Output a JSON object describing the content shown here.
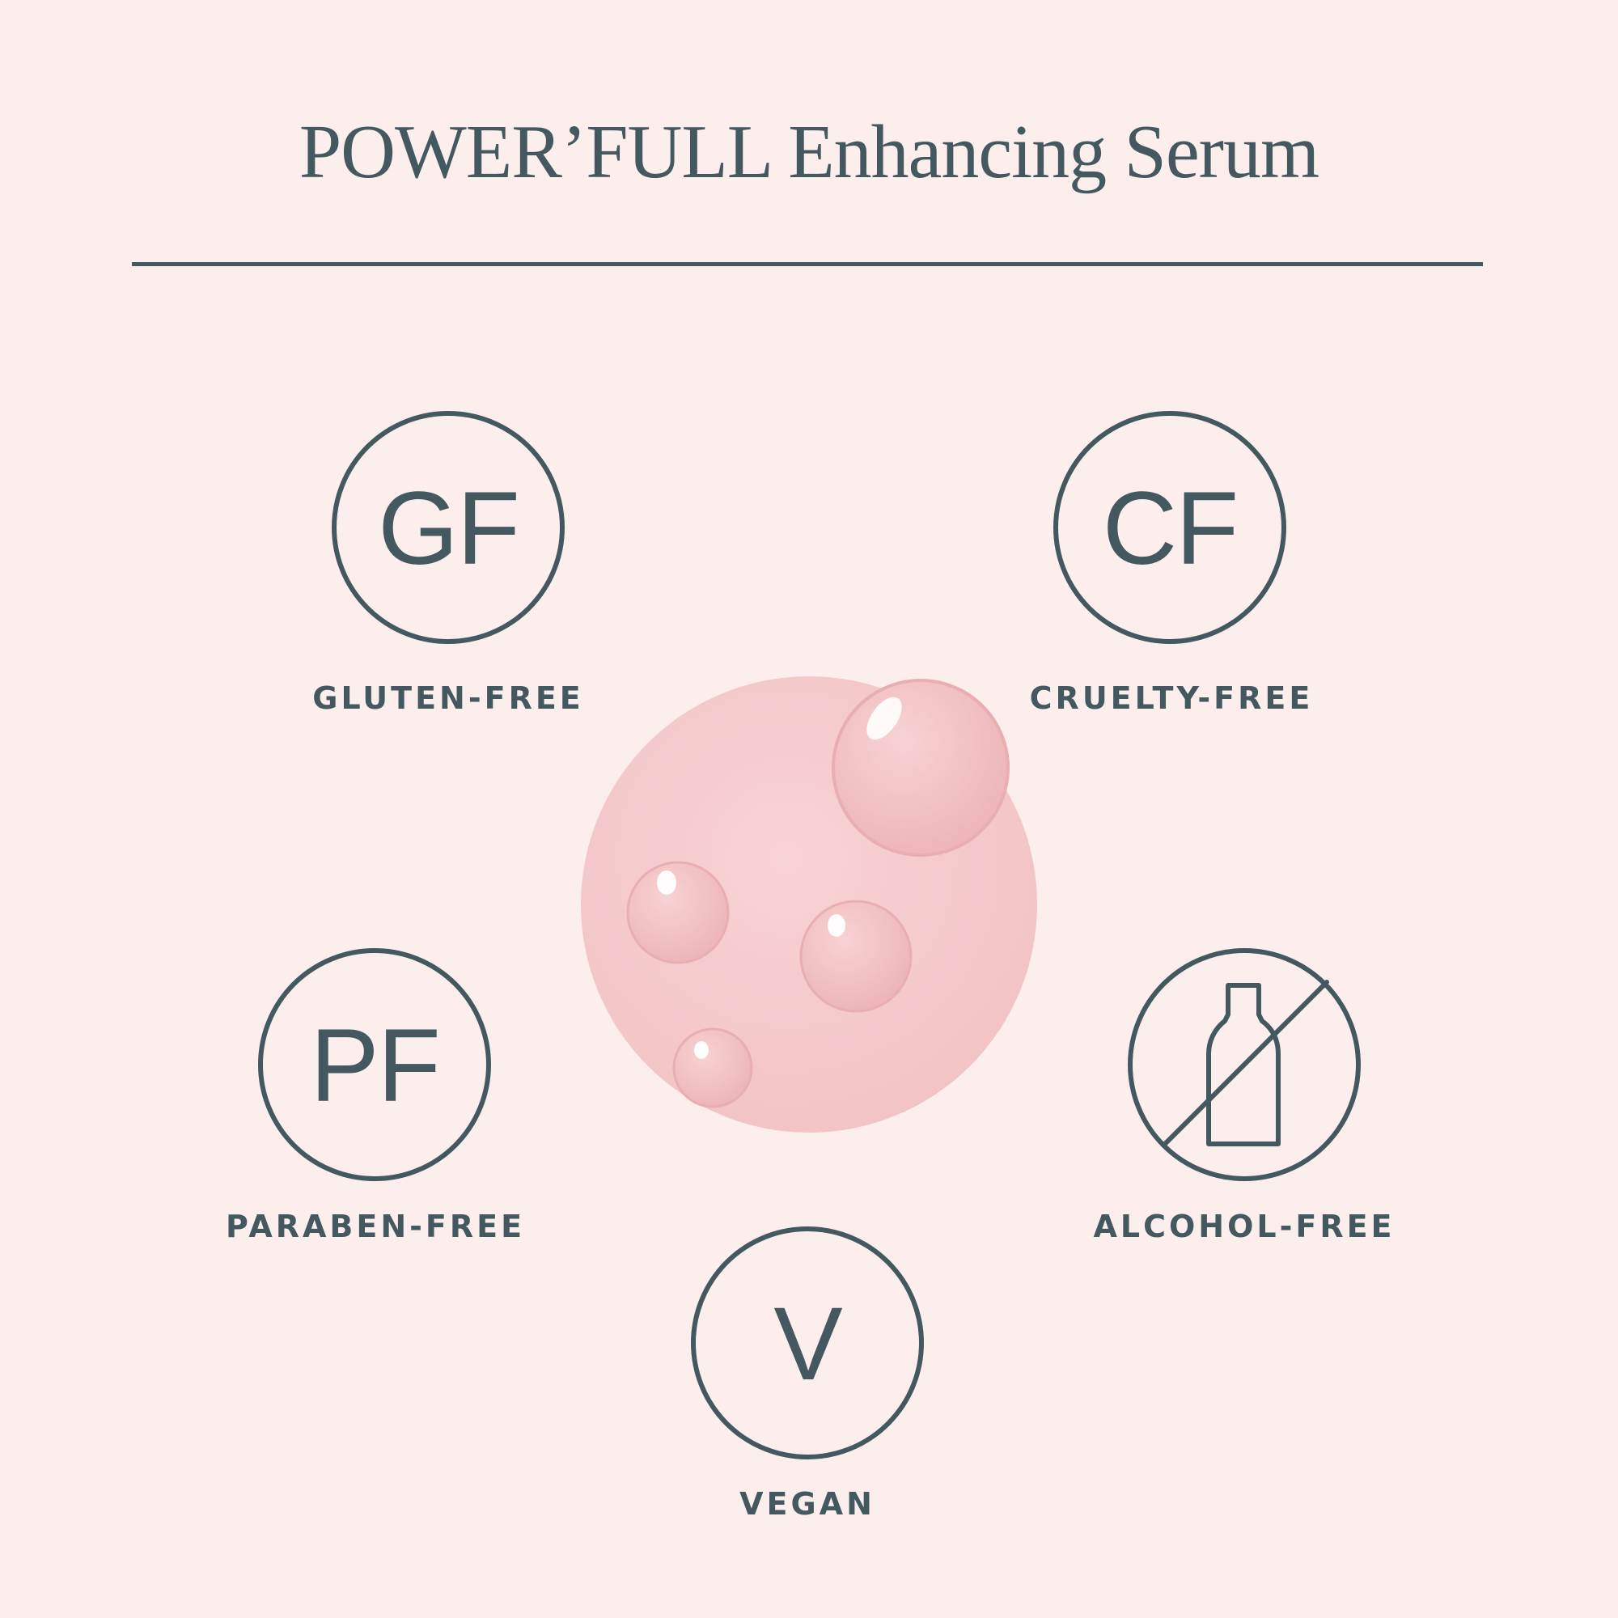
{
  "title": "POWER’FULL Enhancing Serum",
  "colors": {
    "background": "#fdeeee",
    "ink": "#44585f",
    "serum_pink": "#f3c4c6"
  },
  "badges": {
    "gluten_free": {
      "symbol": "GF",
      "label": "GLUTEN-FREE"
    },
    "cruelty_free": {
      "symbol": "CF",
      "label": "CRUELTY-FREE"
    },
    "paraben_free": {
      "symbol": "PF",
      "label": "PARABEN-FREE"
    },
    "alcohol_free": {
      "icon": "crossed-bottle-icon",
      "label": "ALCOHOL-FREE"
    },
    "vegan": {
      "symbol": "V",
      "label": "VEGAN"
    }
  },
  "center_image": {
    "icon": "serum-droplets-image"
  }
}
